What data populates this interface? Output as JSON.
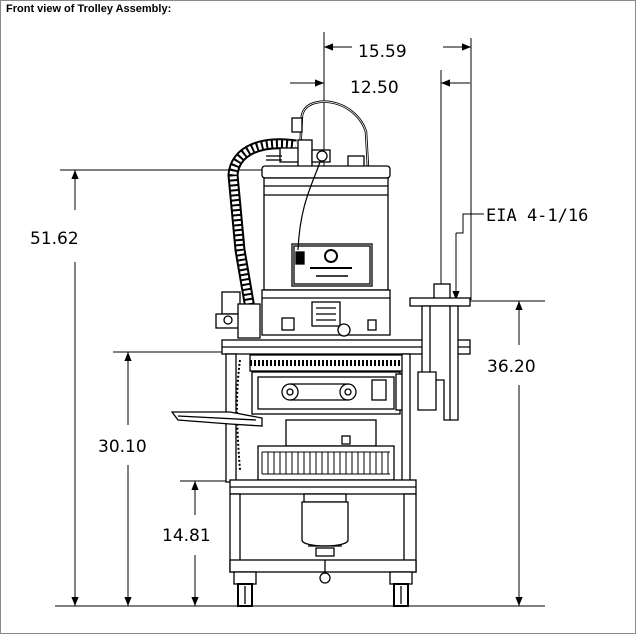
{
  "caption": "Front view of Trolley Assembly:",
  "dimensions": {
    "top_outer": "15.59",
    "top_inner": "12.50",
    "flange": "EIA 4-1/16",
    "total_height": "51.62",
    "flange_height": "36.20",
    "deck_height": "30.10",
    "base_height": "14.81"
  },
  "colors": {
    "line": "#000000",
    "frame": "#8a8a8a",
    "background": "#ffffff"
  },
  "icons": [
    "logo-badge-icon",
    "caster-wheel-icon"
  ]
}
